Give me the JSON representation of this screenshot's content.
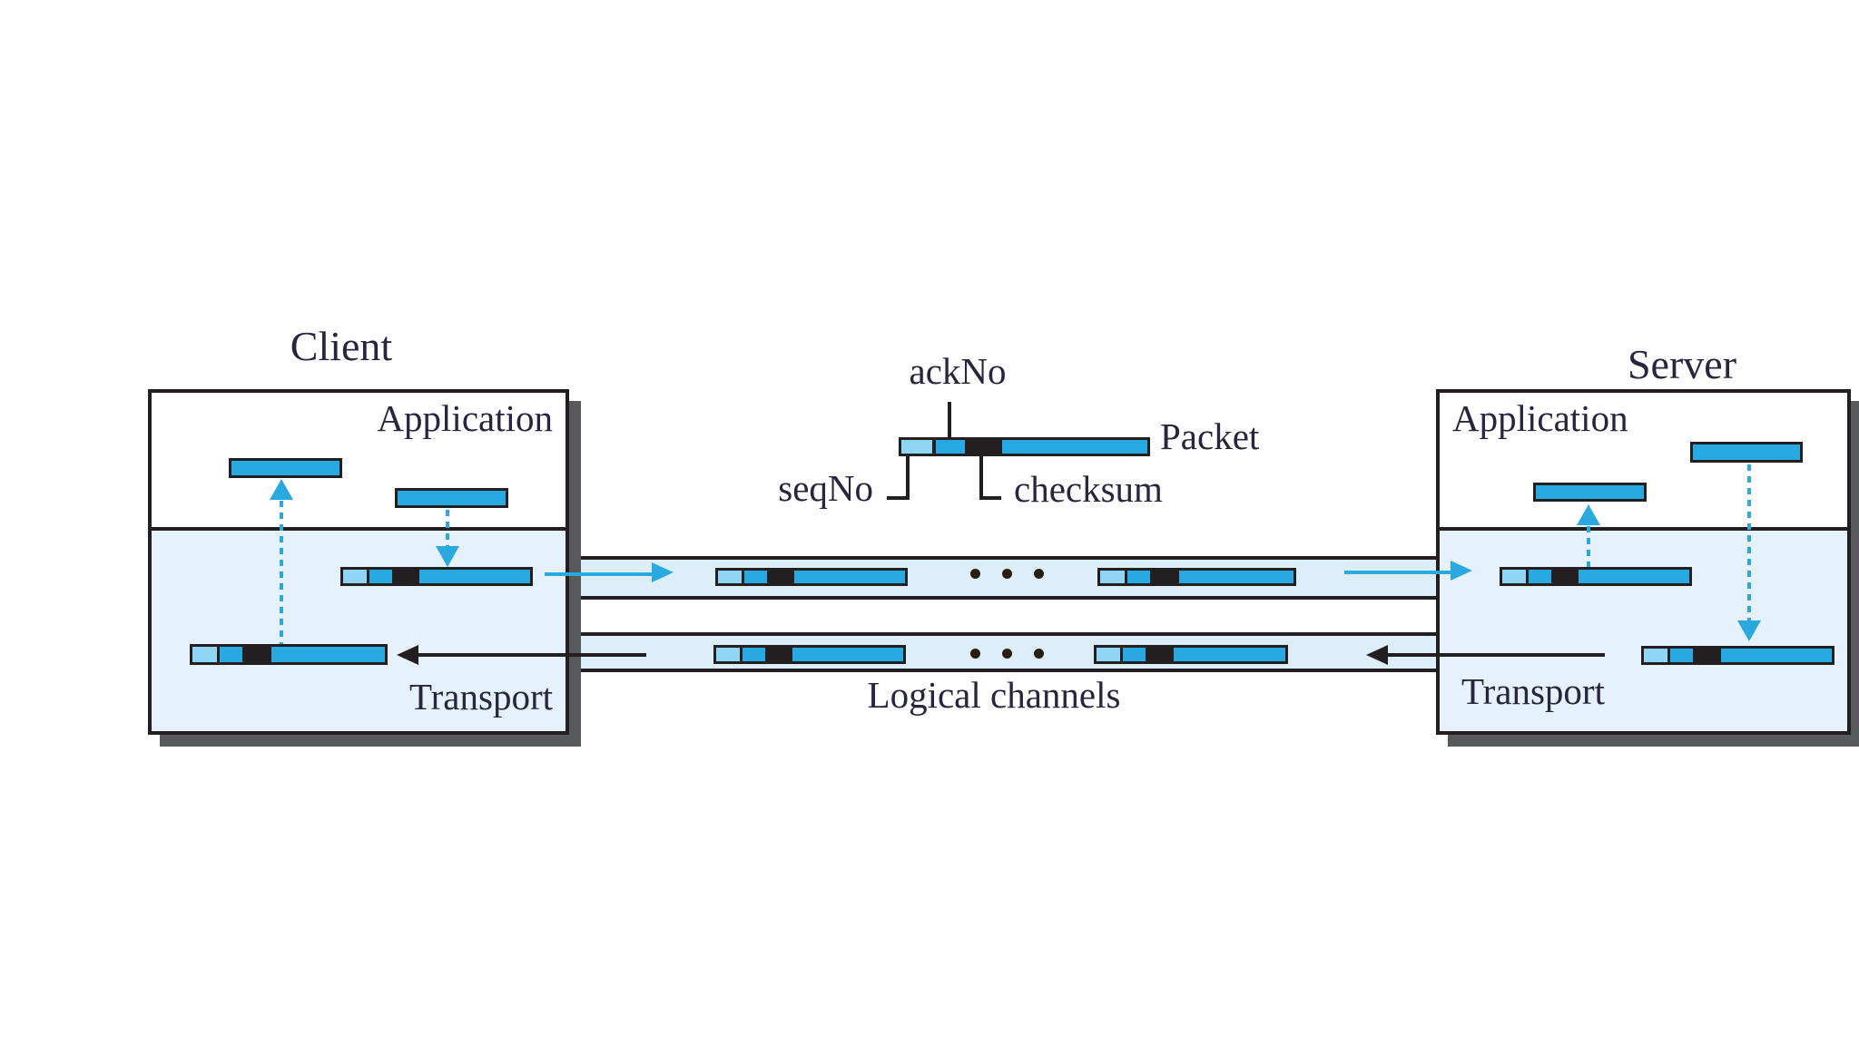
{
  "diagram": {
    "client": {
      "title": "Client",
      "application_label": "Application",
      "transport_label": "Transport"
    },
    "server": {
      "title": "Server",
      "application_label": "Application",
      "transport_label": "Transport"
    },
    "channels_label": "Logical channels",
    "packet_legend": {
      "packet_label": "Packet",
      "seq_field_label": "seqNo",
      "ack_field_label": "ackNo",
      "checksum_field_label": "checksum"
    },
    "colors": {
      "ink": "#231F20",
      "text": "#26263F",
      "blue": "#29A9E1",
      "light_blue": "#8FD6F6",
      "panel_fill": "#E5F2FB",
      "channel_fill": "#DCEEF9",
      "shadow": "#58595B",
      "arrow_blue": "#2AA9E0",
      "dot": "#2B1C12"
    }
  }
}
